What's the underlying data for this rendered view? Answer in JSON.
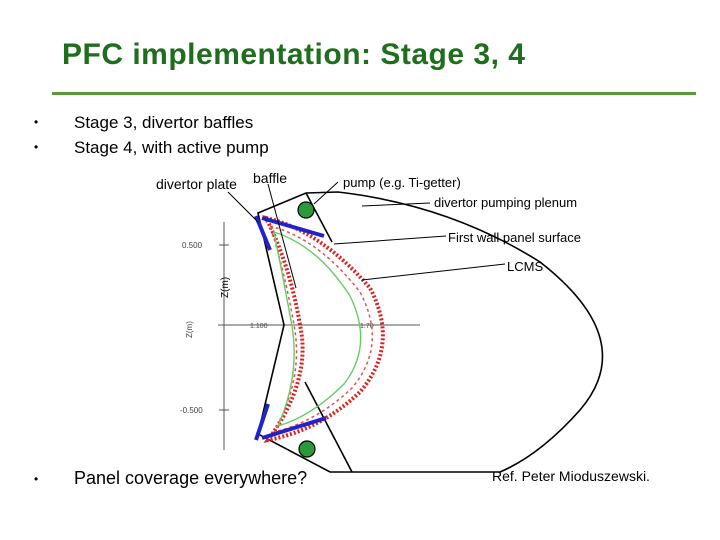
{
  "slide": {
    "title": "PFC implementation: Stage 3, 4",
    "bullets": [
      "Stage 3, divertor baffles",
      "Stage 4, with active pump"
    ],
    "bottom_bullet": "Panel coverage everywhere?",
    "reference": "Ref. Peter Mioduszewski.",
    "bullet_glyph": "•"
  },
  "diagram": {
    "labels": {
      "divertor_plate": "divertor plate",
      "baffle": "baffle",
      "pump": "pump (e.g. Ti-getter)",
      "plenum": "divertor pumping plenum",
      "first_wall": "First wall panel surface",
      "lcms": "LCMS"
    },
    "axis": {
      "ylabel": "Z(m)",
      "ytick_top": "0.500",
      "ytick_bottom": "-0.500",
      "ytick_mid": "Z(m)",
      "xtick_left": "1.100",
      "xtick_right": "1.70"
    },
    "colors": {
      "title": "#1e6e1e",
      "rule": "#5a9a3a",
      "baffle": "#2222cc",
      "pump": "#2a9a3a",
      "plasma": "#e02020",
      "lcms": "#66cc66"
    }
  }
}
